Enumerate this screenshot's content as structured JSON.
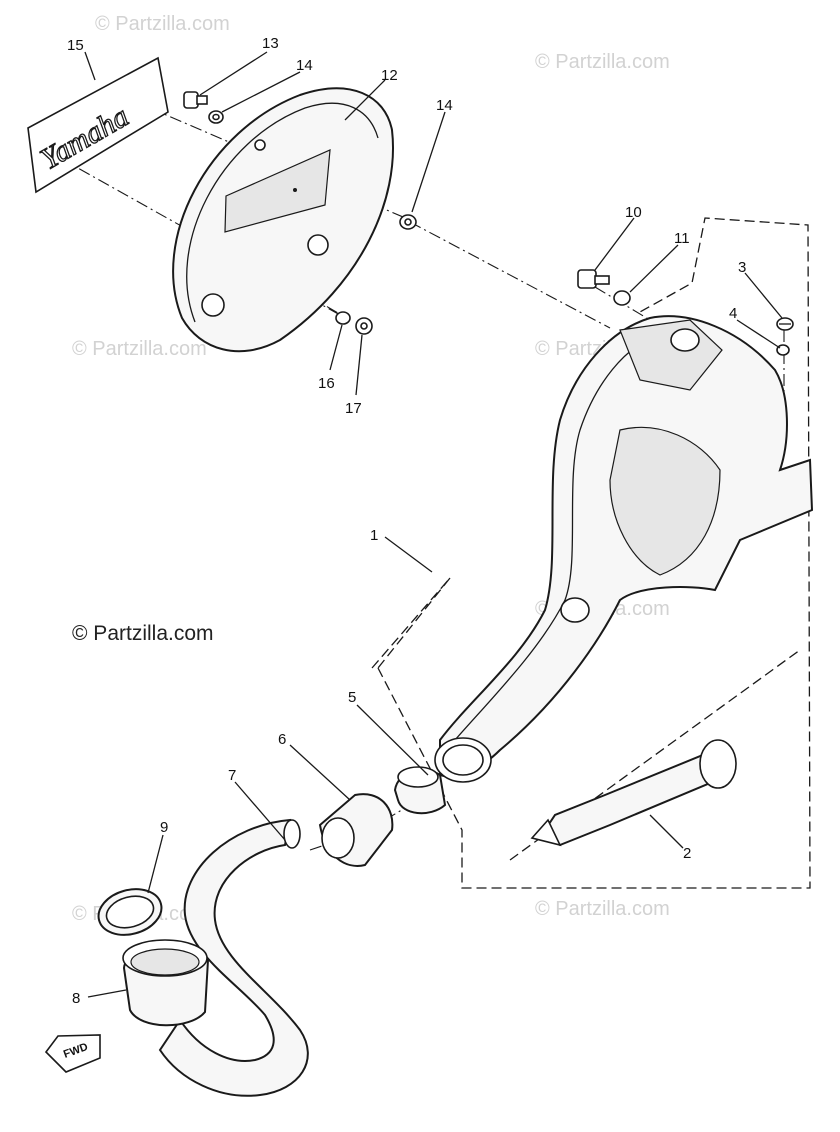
{
  "watermarks": {
    "main": "© Partzilla.com",
    "faded": "© Partzilla.com"
  },
  "decal_text": "Yamaha",
  "fwd_label": "FWD",
  "callouts": [
    "1",
    "2",
    "3",
    "4",
    "5",
    "6",
    "7",
    "8",
    "9",
    "10",
    "11",
    "12",
    "13",
    "14",
    "14",
    "15",
    "16",
    "17"
  ],
  "colors": {
    "ink": "#1a1a1a",
    "watermark": "#d2d2d2",
    "paper": "#ffffff"
  }
}
